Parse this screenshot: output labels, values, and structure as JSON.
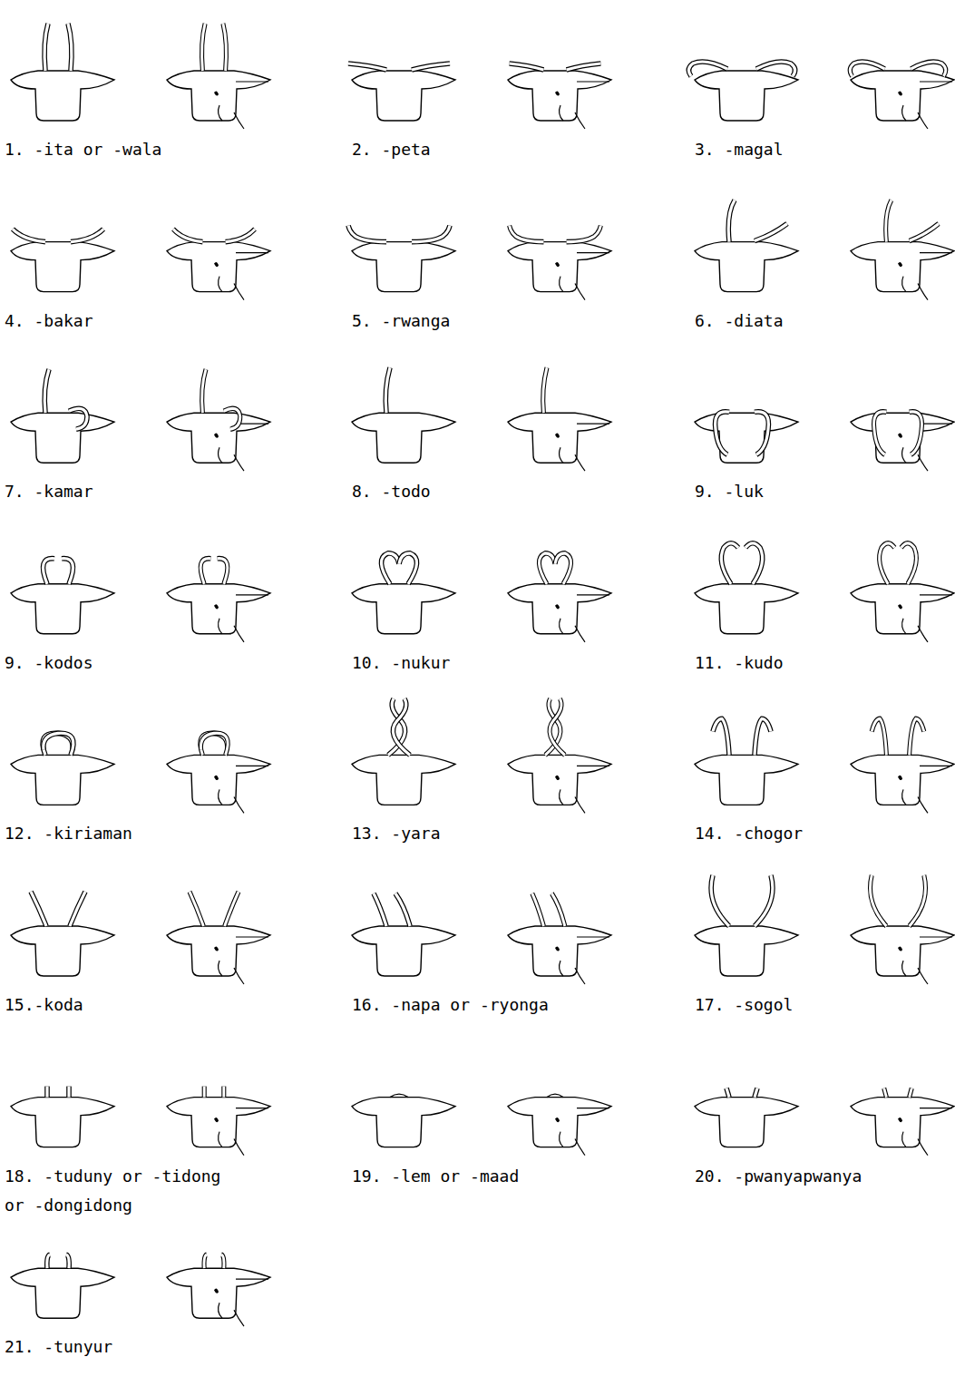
{
  "diagram": {
    "labels": [
      "1. -ita or -wala",
      "2. -peta",
      "3. -magal",
      "4. -bakar",
      "5. -rwanga",
      "6. -diata",
      "7. -kamar",
      "8. -todo",
      "9. -luk",
      "9. -kodos",
      "10. -nukur",
      "11. -kudo",
      "12. -kiriaman",
      "13. -yara",
      "14. -chogor",
      "15.-koda",
      "16. -napa or -ryonga",
      "17. -sogol",
      "18. -tuduny or -tidong or -dongidong",
      "19. -lem or -maad",
      "20. -pwanyapwanya",
      "21. -tunyur"
    ]
  }
}
